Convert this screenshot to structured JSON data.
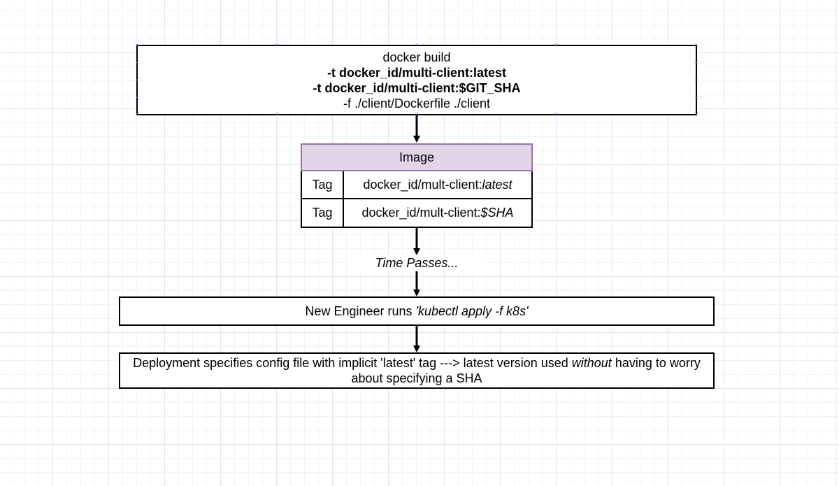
{
  "build": {
    "line1": "docker build",
    "line2": "-t docker_id/multi-client:latest",
    "line3": "-t docker_id/multi-client:$GIT_SHA",
    "line4": "-f ./client/Dockerfile ./client"
  },
  "image": {
    "header": "Image",
    "rows": [
      {
        "key": "Tag",
        "prefix": "docker_id/mult-client:",
        "suffix": "latest"
      },
      {
        "key": "Tag",
        "prefix": "docker_id/mult-client:",
        "suffix": "$SHA"
      }
    ]
  },
  "time_label": "Time Passes...",
  "kubectl": {
    "prefix": "New Engineer runs ",
    "command": "'kubectl apply -f k8s'"
  },
  "deployment": {
    "part1": "Deployment specifies config file with implicit 'latest' tag ---> latest version used ",
    "emphasis": "without",
    "part2": " having to worry about specifying a SHA"
  },
  "colors": {
    "header_fill": "#e1d5e7",
    "header_border": "#9673a6",
    "selection_handle": "#2a7ae2"
  }
}
